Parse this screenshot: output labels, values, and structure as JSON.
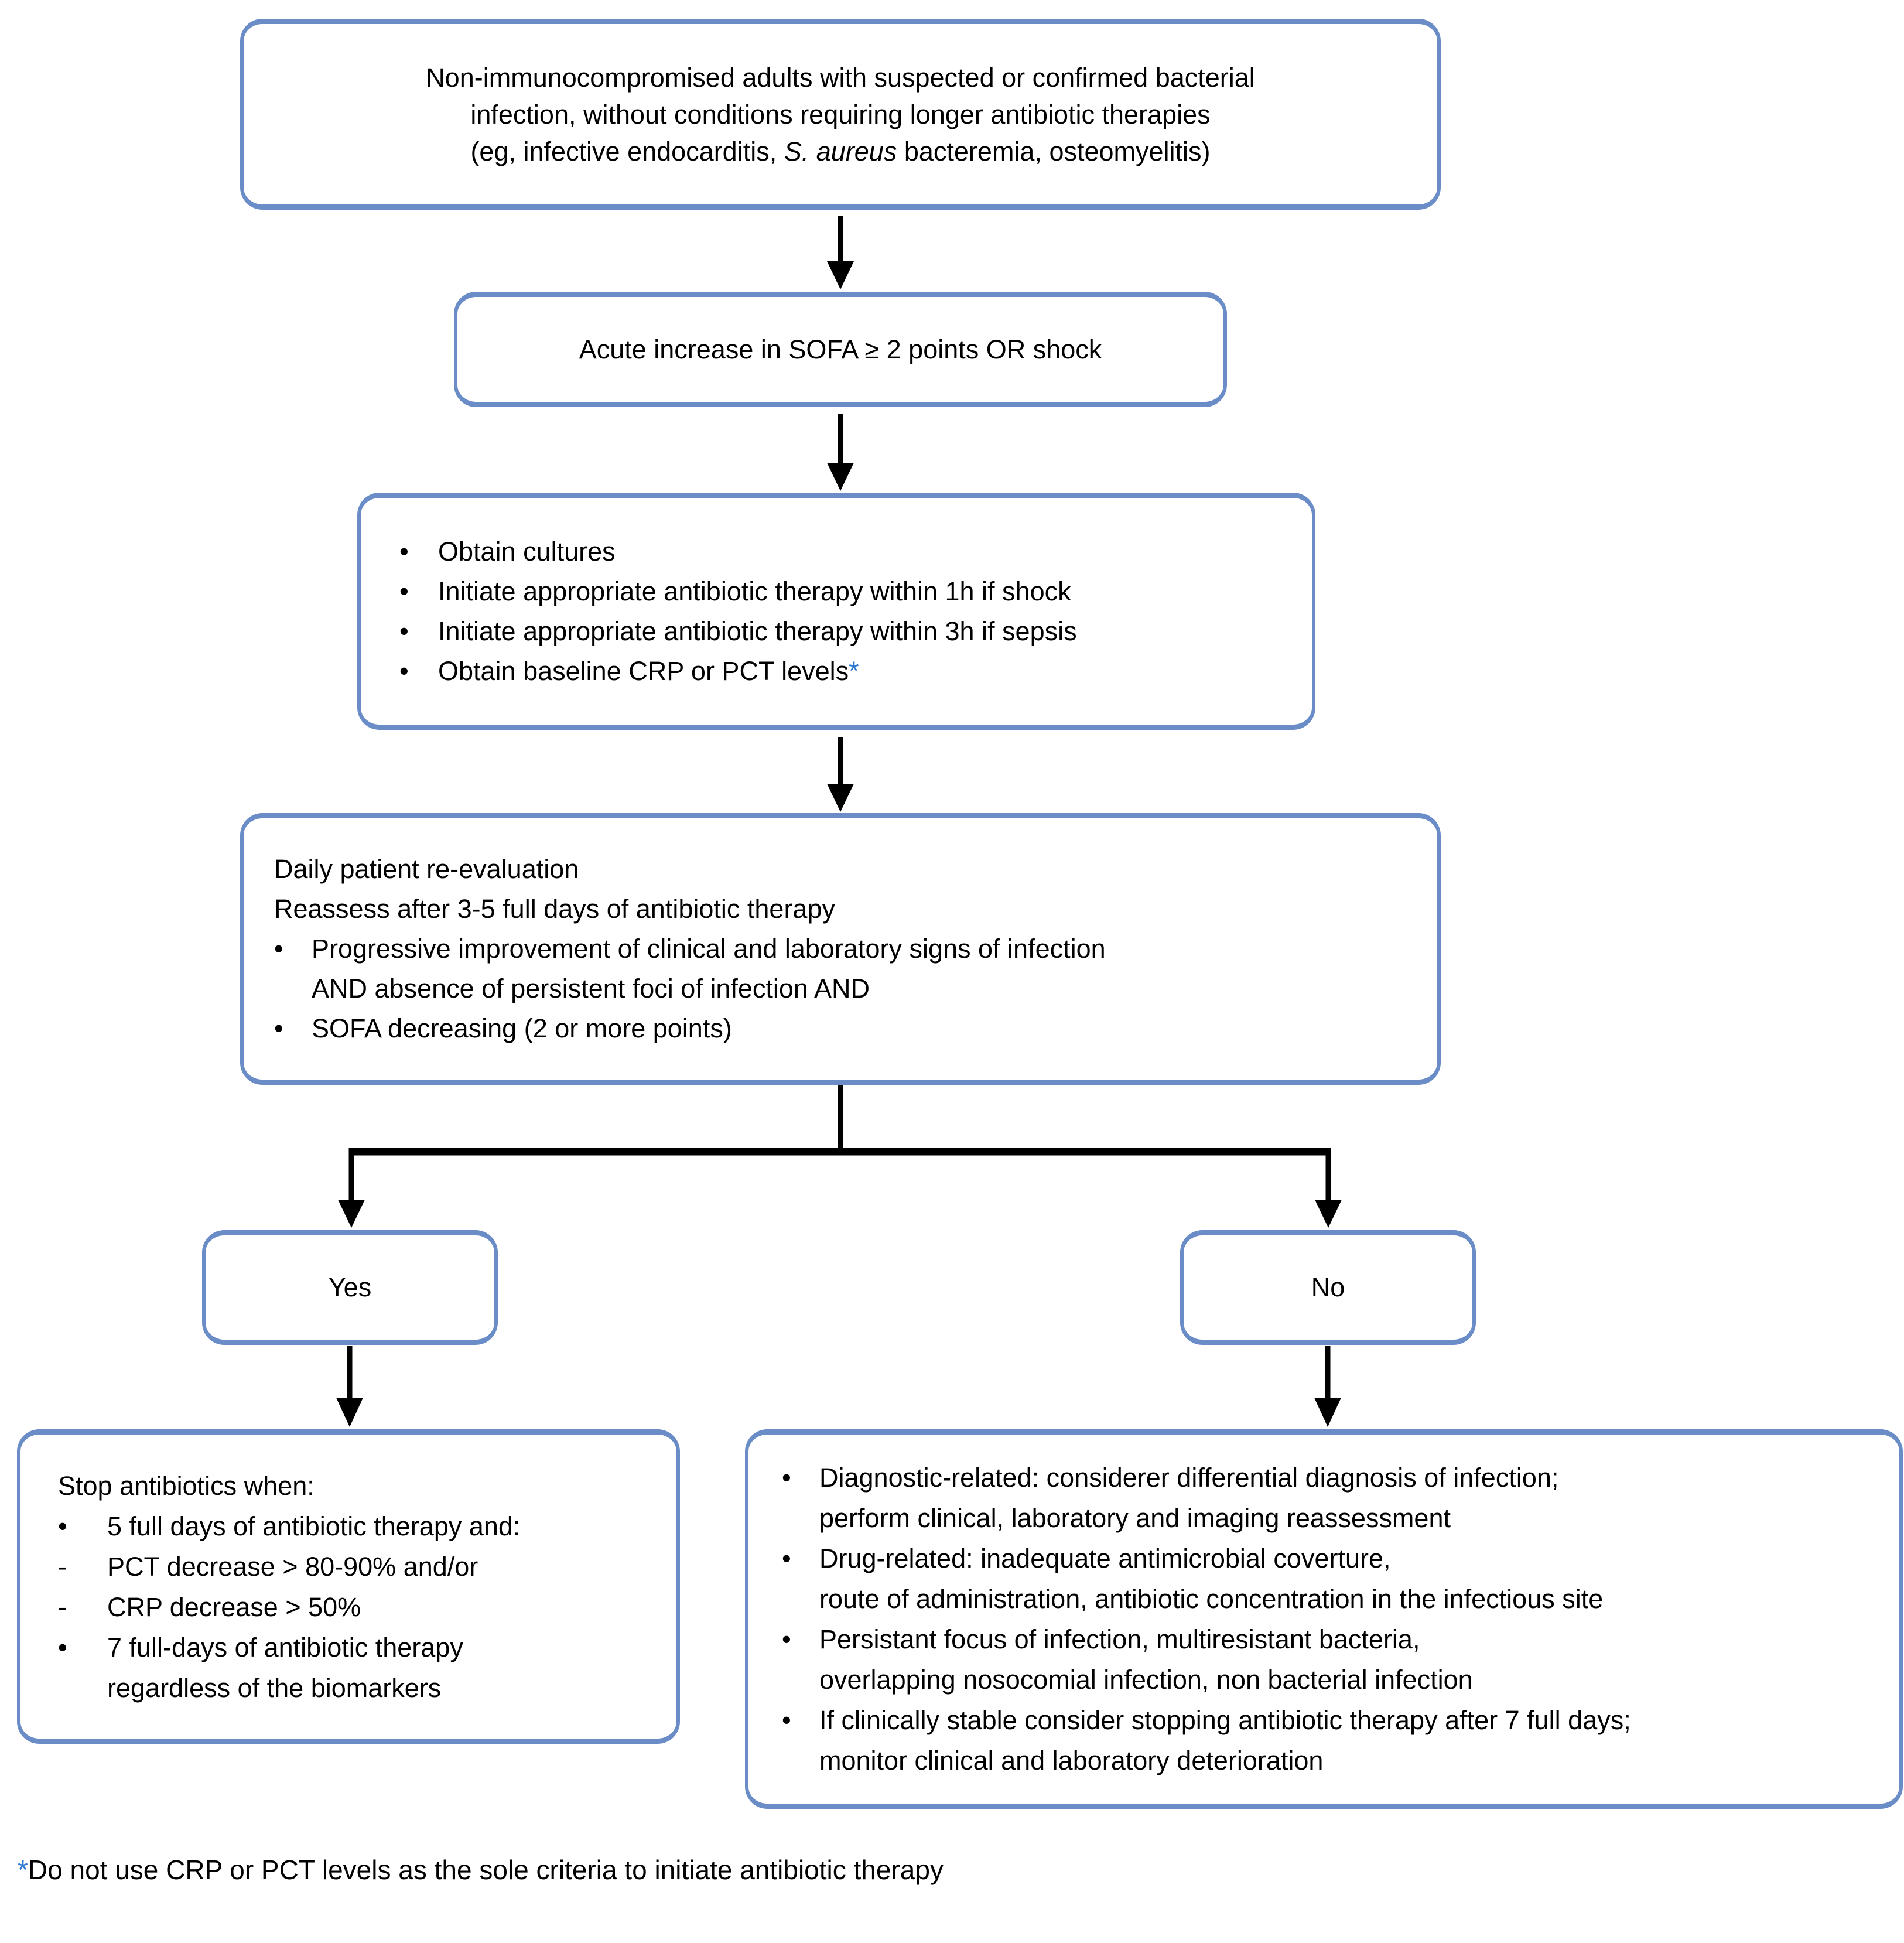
{
  "colors": {
    "box_border": "#6a8cc7",
    "box_background": "#ffffff",
    "page_background": "#ffffff",
    "arrow": "#000000",
    "text": "#000000",
    "asterisk_accent": "#2e78d2"
  },
  "flowchart": {
    "eligibility_box": {
      "line1": "Non-immunocompromised adults with suspected or confirmed bacterial",
      "line2": "infection, without conditions requiring longer antibiotic therapies",
      "line3_pre": "(eg, infective endocarditis, ",
      "line3_italic": "S. aureus",
      "line3_post": " bacteremia, osteomyelitis)"
    },
    "sofa_box": {
      "text": "Acute increase in SOFA ≥ 2 points OR shock"
    },
    "initial_actions_box": {
      "bullets": [
        {
          "marker": "•",
          "text": "Obtain cultures"
        },
        {
          "marker": "•",
          "text": "Initiate appropriate antibiotic therapy within 1h if shock"
        },
        {
          "marker": "•",
          "text": "Initiate appropriate antibiotic therapy within 3h if sepsis"
        },
        {
          "marker": "•",
          "text": "Obtain baseline CRP or PCT levels",
          "asterisk": "*"
        }
      ]
    },
    "reevaluation_box": {
      "line1": "Daily patient re-evaluation",
      "line2": "Reassess after 3-5 full days of antibiotic therapy",
      "bullets": [
        {
          "marker": "•",
          "lines": [
            "Progressive improvement of clinical and laboratory signs of infection",
            "AND absence of persistent foci of infection AND"
          ]
        },
        {
          "marker": "•",
          "lines": [
            "SOFA decreasing (2 or more points)"
          ]
        }
      ]
    },
    "yes_box": {
      "label": "Yes"
    },
    "no_box": {
      "label": "No"
    },
    "stop_box": {
      "title": "Stop antibiotics when:",
      "items": [
        {
          "marker": "•",
          "lines": [
            "5 full days of antibiotic therapy and:"
          ]
        },
        {
          "marker": "-",
          "lines": [
            "PCT decrease > 80-90% and/or"
          ]
        },
        {
          "marker": "-",
          "lines": [
            "CRP decrease > 50%"
          ]
        },
        {
          "marker": "•",
          "lines": [
            "7 full-days of antibiotic therapy",
            "regardless of the biomarkers"
          ]
        }
      ]
    },
    "no_actions_box": {
      "items": [
        {
          "marker": "•",
          "lines": [
            "Diagnostic-related: considerer differential diagnosis of infection;",
            "perform clinical, laboratory and imaging reassessment"
          ]
        },
        {
          "marker": "•",
          "lines": [
            "Drug-related: inadequate antimicrobial coverture,",
            "route of administration, antibiotic concentration in the infectious site"
          ]
        },
        {
          "marker": "•",
          "lines": [
            "Persistant focus of infection, multiresistant bacteria,",
            "overlapping nosocomial infection, non bacterial infection"
          ]
        },
        {
          "marker": "•",
          "lines": [
            "If clinically stable consider stopping antibiotic therapy after 7 full days;",
            "monitor clinical and laboratory deterioration"
          ]
        }
      ]
    },
    "footnote": {
      "asterisk": "*",
      "text": "Do not use CRP or PCT levels as the sole criteria to initiate antibiotic therapy"
    }
  }
}
